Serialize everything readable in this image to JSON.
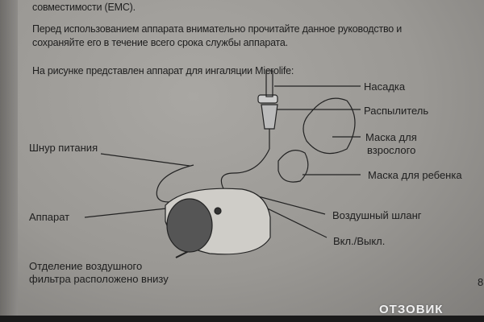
{
  "text": {
    "line1": "совместимости (EMC).",
    "para2_line1": "Перед использованием аппарата внимательно прочитайте данное руководство и",
    "para2_line2": "сохраняйте его в течение всего срока службы аппарата.",
    "para3": "На рисунке представлен аппарат для ингаляции Microlife:"
  },
  "labels": {
    "nozzle": "Насадка",
    "nebulizer": "Распылитель",
    "adult_mask_1": "Маска для",
    "adult_mask_2": "взрослого",
    "child_mask": "Маска для ребенка",
    "air_hose": "Воздушный шланг",
    "on_off": "Вкл./Выкл.",
    "power_cord": "Шнур питания",
    "device": "Аппарат",
    "filter_1": "Отделение воздушного",
    "filter_2": "фильтра расположено внизу"
  },
  "page_number": "8",
  "watermark": "ОТЗОВИК"
}
